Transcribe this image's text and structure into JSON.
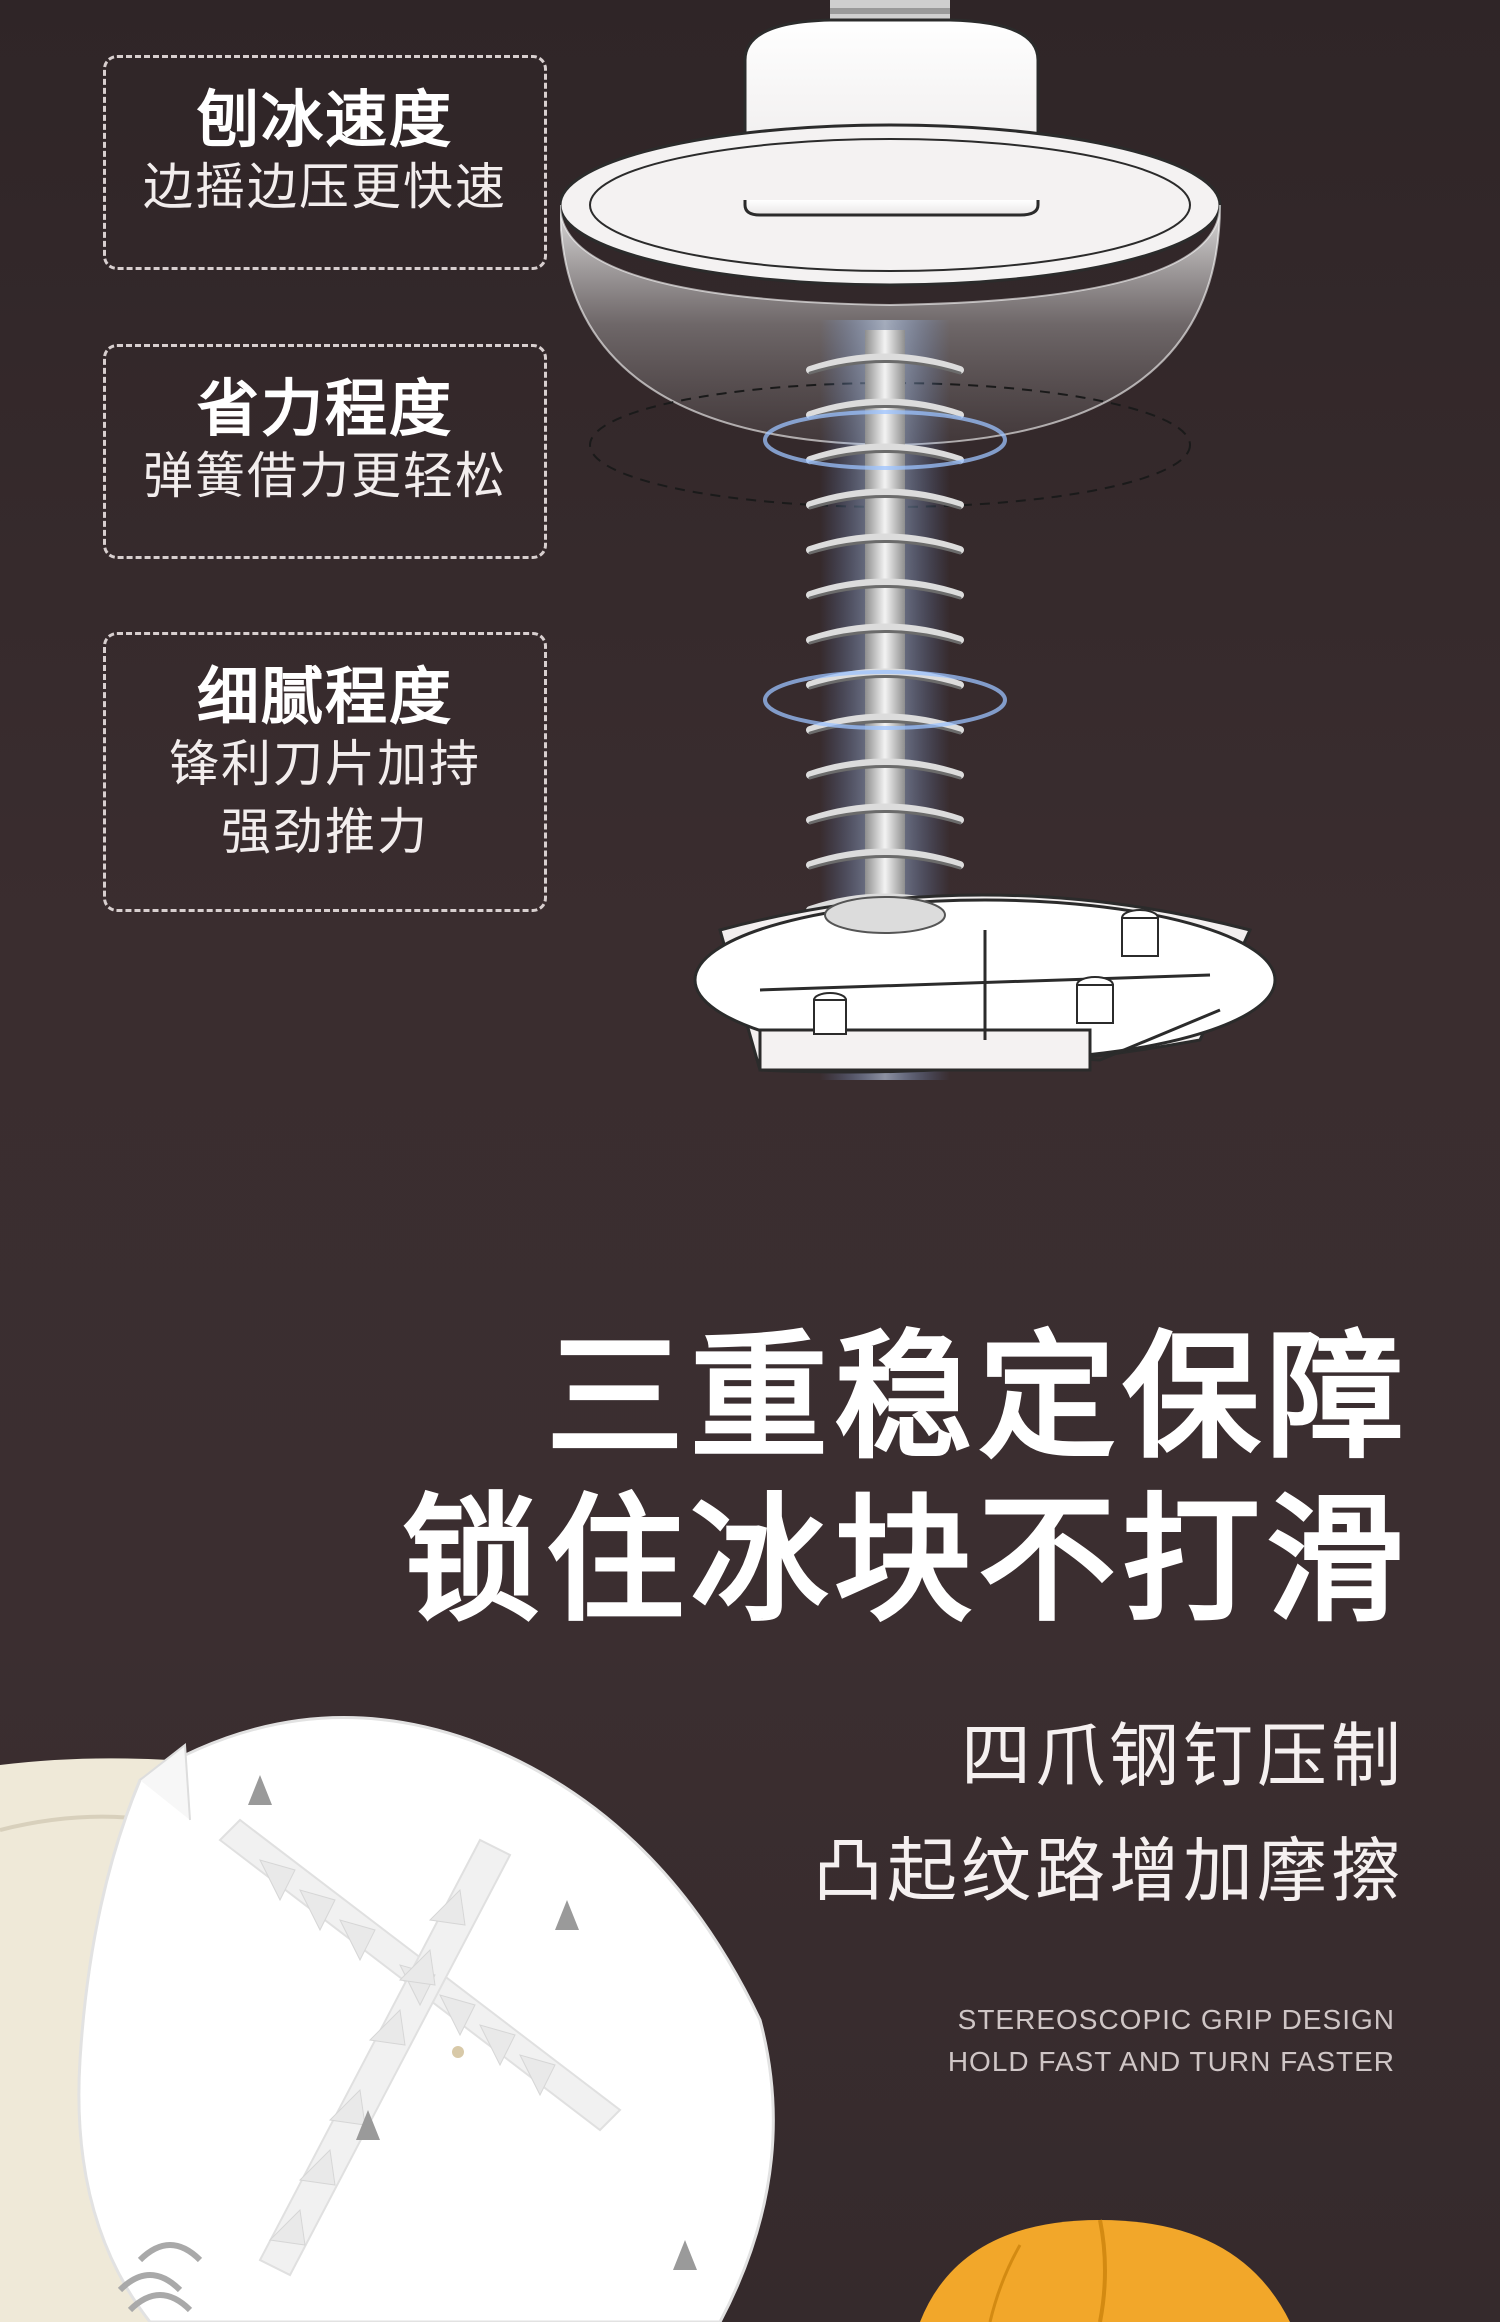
{
  "features": [
    {
      "title": "刨冰速度",
      "lines": [
        "边摇边压更快速"
      ]
    },
    {
      "title": "省力程度",
      "lines": [
        "弹簧借力更轻松"
      ]
    },
    {
      "title": "细腻程度",
      "lines": [
        "锋利刀片加持",
        "强劲推力"
      ]
    }
  ],
  "headline": {
    "line1": "三重稳定保障",
    "line2": "锁住冰块不打滑"
  },
  "subheadline": {
    "line1": "四爪钢钉压制",
    "line2": "凸起纹路增加摩擦"
  },
  "english": {
    "line1": "STEREOSCOPIC GRIP DESIGN",
    "line2": "HOLD FAST AND TURN FASTER"
  },
  "colors": {
    "background": "#3a2d2f",
    "text": "#ffffff",
    "border": "#d8cfcf",
    "orange": "#f2a72a"
  }
}
